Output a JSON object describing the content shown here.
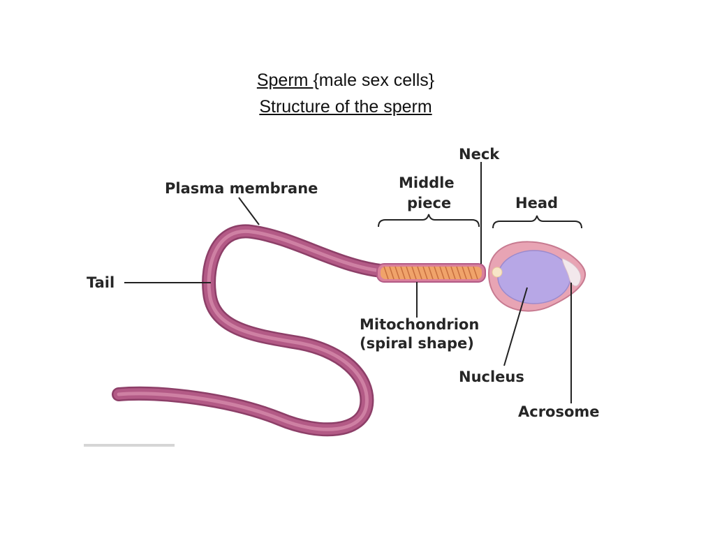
{
  "title": {
    "line1_main": "Sperm ",
    "line1_rest": "{male sex cells}",
    "line2": "Structure of the sperm"
  },
  "labels": {
    "neck": "Neck",
    "middle_piece_line1": "Middle",
    "middle_piece_line2": "piece",
    "head": "Head",
    "plasma_membrane": "Plasma membrane",
    "tail": "Tail",
    "mitochondrion_line1": "Mitochondrion",
    "mitochondrion_line2": "(spiral shape)",
    "nucleus": "Nucleus",
    "acrosome": "Acrosome"
  },
  "colors": {
    "tail_outer": "#b35a86",
    "tail_inner": "#d48aaa",
    "head_outer": "#e8a4b4",
    "nucleus": "#b7a7e6",
    "mitochondria": "#f0a36a",
    "acrosome": "#f2e8ec"
  }
}
